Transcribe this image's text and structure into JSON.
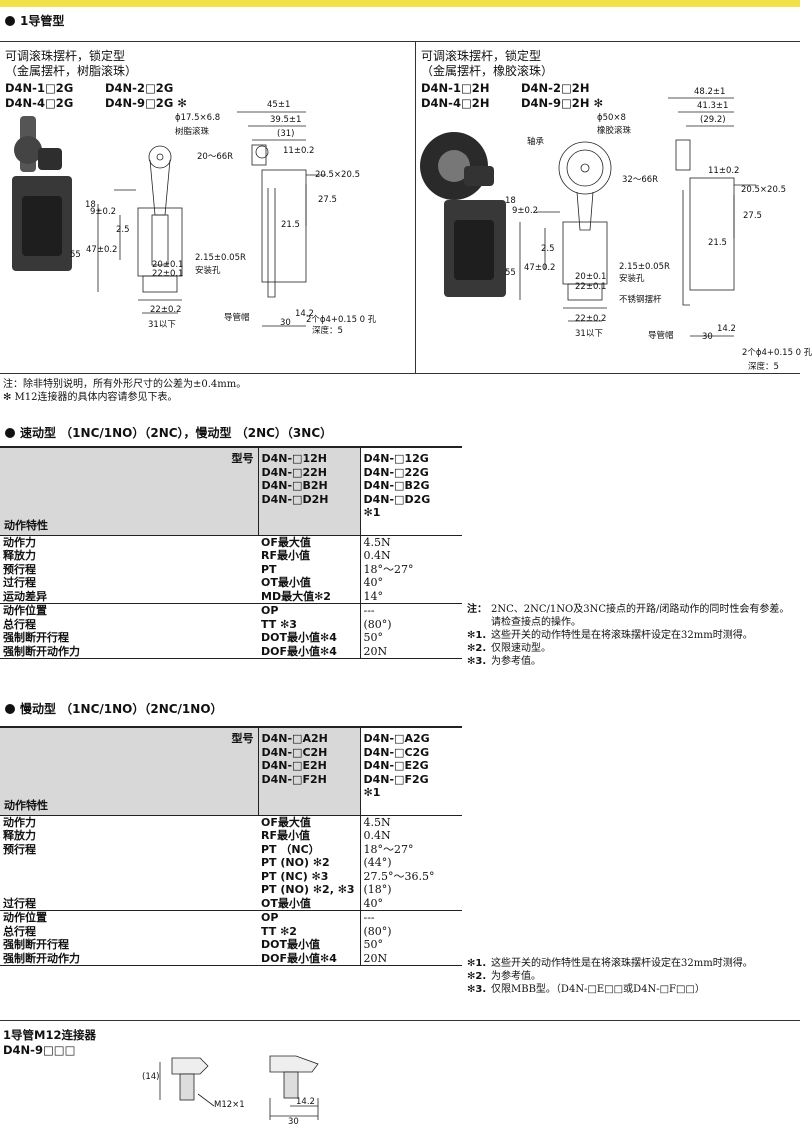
{
  "section1": {
    "title": "1导管型",
    "left": {
      "title1": "可调滚珠摆杆，锁定型",
      "title2": "（金属摆杆，树脂滚珠）",
      "models": [
        "D4N-1□2G",
        "D4N-2□2G",
        "D4N-4□2G",
        "D4N-9□2G ✻"
      ],
      "dims": [
        "45±1",
        "39.5±1",
        "(31)",
        "ϕ17.5×6.8",
        "树脂滚珠",
        "20～66R",
        "11±0.2",
        "20.5×20.5",
        "27.5",
        "21.5",
        "18",
        "9±0.2",
        "2.5",
        "47±0.2",
        "55",
        "20±0.1",
        "22±0.1",
        "2.15±0.05R",
        "安装孔",
        "22±0.2",
        "31以下",
        "导管帽",
        "14.2",
        "30",
        "2个ϕ4+0.15 0 孔",
        "深度：5"
      ]
    },
    "right": {
      "title1": "可调滚珠摆杆，锁定型",
      "title2": "（金属摆杆，橡胶滚珠）",
      "models": [
        "D4N-1□2H",
        "D4N-2□2H",
        "D4N-4□2H",
        "D4N-9□2H ✻"
      ],
      "dims": [
        "48.2±1",
        "41.3±1",
        "(29.2)",
        "ϕ50×8",
        "橡胶滚珠",
        "轴承",
        "32～66R",
        "11±0.2",
        "20.5×20.5",
        "27.5",
        "21.5",
        "18",
        "9±0.2",
        "2.5",
        "47±0.2",
        "55",
        "20±0.1",
        "22±0.1",
        "2.15±0.05R",
        "安装孔",
        "不锈钢摆杆",
        "22±0.2",
        "31以下",
        "导管帽",
        "14.2",
        "30",
        "2个ϕ4+0.15 0 孔",
        "深度：5"
      ]
    },
    "note1": "注：除非特别说明，所有外形尺寸的公差为±0.4mm。",
    "note2": "✻ M12连接器的具体内容请参见下表。"
  },
  "section2": {
    "title": "速动型 （1NC/1NO）（2NC），慢动型 （2NC）（3NC）",
    "model_label": "型号",
    "char_label": "动作特性",
    "col1": [
      "D4N-□12H",
      "D4N-□22H",
      "D4N-□B2H",
      "D4N-□D2H"
    ],
    "col2": [
      "D4N-□12G",
      "D4N-□22G",
      "D4N-□B2G",
      "D4N-□D2G",
      "✻1"
    ],
    "group1": [
      {
        "name": "动作力",
        "code": "OF最大值",
        "value": "4.5N"
      },
      {
        "name": "释放力",
        "code": "RF最小值",
        "value": "0.4N"
      },
      {
        "name": "预行程",
        "code": "PT",
        "value": "18°～27°"
      },
      {
        "name": "过行程",
        "code": "OT最小值",
        "value": "40°"
      },
      {
        "name": "运动差异",
        "code": "MD最大值✻2",
        "value": "14°"
      }
    ],
    "group2": [
      {
        "name": "动作位置",
        "code": "OP",
        "value": "---"
      },
      {
        "name": "总行程",
        "code": "TT ✻3",
        "value": "(80°)"
      },
      {
        "name": "强制断开行程",
        "code": "DOT最小值✻4",
        "value": "50°"
      },
      {
        "name": "强制断开动作力",
        "code": "DOF最小值✻4",
        "value": "20N"
      }
    ],
    "notes": [
      {
        "mark": "注：",
        "text": "2NC、2NC/1NO及3NC接点的开路/闭路动作的同时性会有参差。"
      },
      {
        "mark": "",
        "text": "请检查接点的操作。"
      },
      {
        "mark": "✻1.",
        "text": "这些开关的动作特性是在将滚珠摆杆设定在32mm时测得。"
      },
      {
        "mark": "✻2.",
        "text": "仅限速动型。"
      },
      {
        "mark": "✻3.",
        "text": "为参考值。"
      }
    ]
  },
  "section3": {
    "title": "慢动型 （1NC/1NO）（2NC/1NO）",
    "model_label": "型号",
    "char_label": "动作特性",
    "col1": [
      "D4N-□A2H",
      "D4N-□C2H",
      "D4N-□E2H",
      "D4N-□F2H"
    ],
    "col2": [
      "D4N-□A2G",
      "D4N-□C2G",
      "D4N-□E2G",
      "D4N-□F2G",
      "✻1"
    ],
    "group1": [
      {
        "name": "动作力",
        "code": "OF最大值",
        "value": "4.5N"
      },
      {
        "name": "释放力",
        "code": "RF最小值",
        "value": "0.4N"
      },
      {
        "name": "预行程",
        "code": "PT （NC）",
        "value": "18°～27°"
      },
      {
        "name": "",
        "code": "PT (NO) ✻2",
        "value": "(44°)"
      },
      {
        "name": "",
        "code": "PT (NC) ✻3",
        "value": "27.5°～36.5°"
      },
      {
        "name": "",
        "code": "PT (NO) ✻2, ✻3",
        "value": "(18°)"
      },
      {
        "name": "过行程",
        "code": "OT最小值",
        "value": "40°"
      }
    ],
    "group2": [
      {
        "name": "动作位置",
        "code": "OP",
        "value": "---"
      },
      {
        "name": "总行程",
        "code": "TT ✻2",
        "value": "(80°)"
      },
      {
        "name": "强制断开行程",
        "code": "DOT最小值",
        "value": "50°"
      },
      {
        "name": "强制断开动作力",
        "code": "DOF最小值✻4",
        "value": "20N"
      }
    ],
    "notes": [
      {
        "mark": "✻1.",
        "text": "这些开关的动作特性是在将滚珠摆杆设定在32mm时测得。"
      },
      {
        "mark": "✻2.",
        "text": "为参考值。"
      },
      {
        "mark": "✻3.",
        "text": "仅限MBB型。（D4N-□E□□或D4N-□F□□）"
      }
    ]
  },
  "section4": {
    "title": "1导管M12连接器",
    "model": "D4N-9□□□",
    "dims": [
      "(14)",
      "M12×1",
      "14.2",
      "30"
    ]
  }
}
